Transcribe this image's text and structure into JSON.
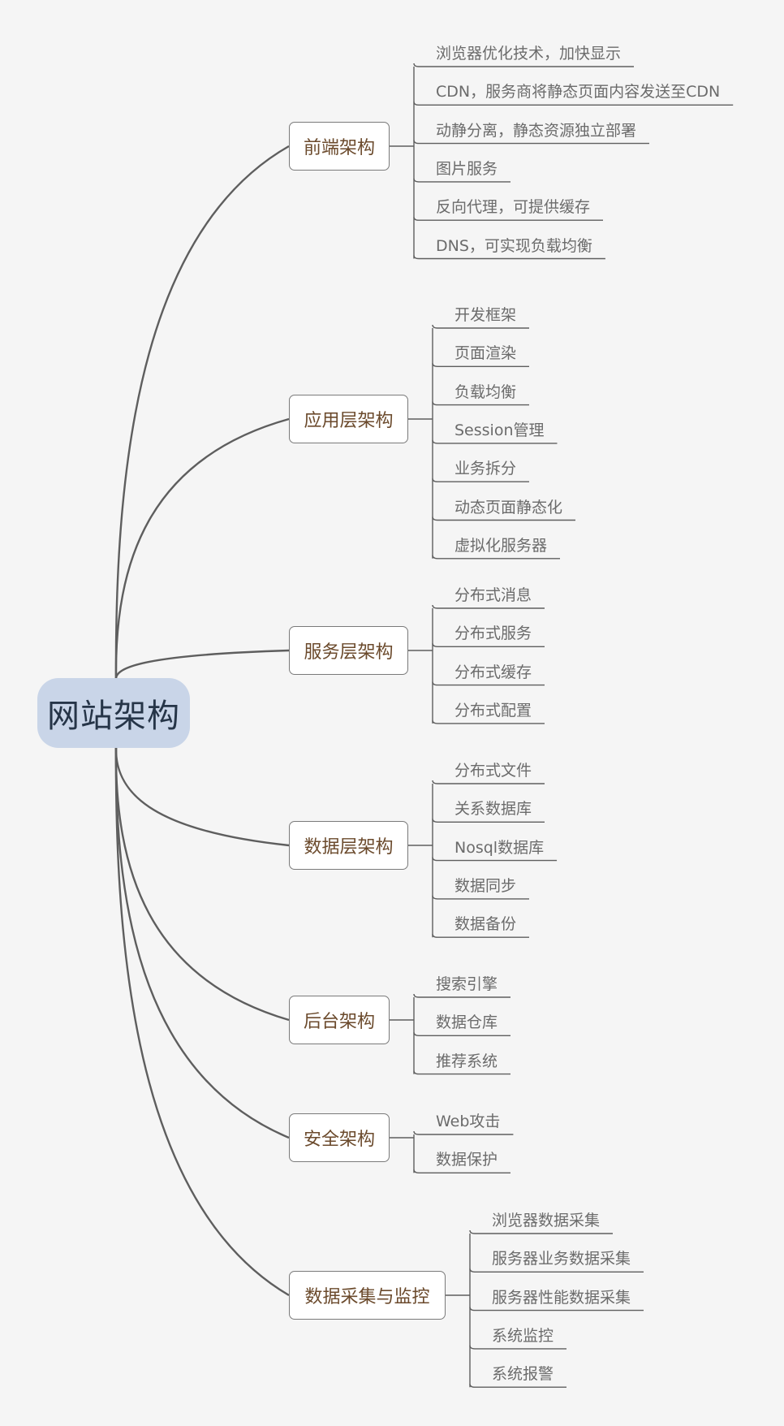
{
  "root": {
    "label": "网站架构"
  },
  "branches": [
    {
      "label": "前端架构",
      "items": [
        "浏览器优化技术，加快显示",
        "CDN，服务商将静态页面内容发送至CDN",
        "动静分离，静态资源独立部署",
        "图片服务",
        "反向代理，可提供缓存",
        "DNS，可实现负载均衡"
      ]
    },
    {
      "label": "应用层架构",
      "items": [
        "开发框架",
        "页面渲染",
        "负载均衡",
        "Session管理",
        "业务拆分",
        "动态页面静态化",
        "虚拟化服务器"
      ]
    },
    {
      "label": "服务层架构",
      "items": [
        "分布式消息",
        "分布式服务",
        "分布式缓存",
        "分布式配置"
      ]
    },
    {
      "label": "数据层架构",
      "items": [
        "分布式文件",
        "关系数据库",
        "Nosql数据库",
        "数据同步",
        "数据备份"
      ]
    },
    {
      "label": "后台架构",
      "items": [
        "搜索引擎",
        "数据仓库",
        "推荐系统"
      ]
    },
    {
      "label": "安全架构",
      "items": [
        "Web攻击",
        "数据保护"
      ]
    },
    {
      "label": "数据采集与监控",
      "items": [
        "浏览器数据采集",
        "服务器业务数据采集",
        "服务器性能数据采集",
        "系统监控",
        "系统报警"
      ]
    }
  ],
  "colors": {
    "root_fill": "#c9d5e8",
    "root_text": "#263548",
    "branch_text": "#6b4a2c",
    "leaf_text": "#6b6b6b",
    "line": "#5e5e5e"
  }
}
